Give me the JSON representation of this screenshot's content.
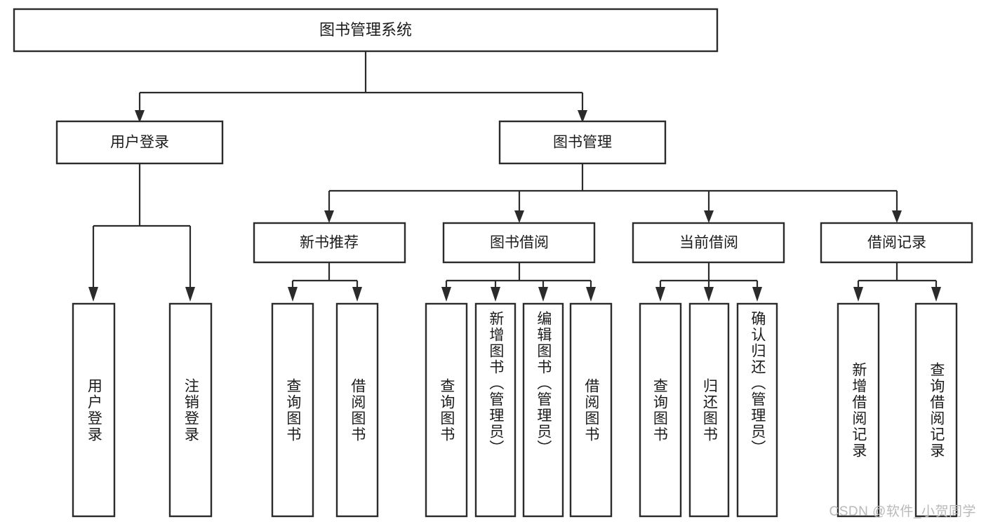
{
  "diagram": {
    "type": "tree",
    "title": "图书管理系统",
    "orientation": "top-down",
    "watermark": "CSDN @软件_小贺同学",
    "colors": {
      "box_stroke": "#2b2b2b",
      "box_fill": "#ffffff",
      "text": "#1b1b1b",
      "connector": "#2b2b2b",
      "watermark": "#b9b9b9",
      "background": "#ffffff"
    },
    "levels": {
      "root": {
        "label": "图书管理系统"
      },
      "level2": [
        {
          "label": "用户登录"
        },
        {
          "label": "图书管理"
        }
      ],
      "level3": [
        {
          "label": "新书推荐"
        },
        {
          "label": "图书借阅"
        },
        {
          "label": "当前借阅"
        },
        {
          "label": "借阅记录"
        }
      ],
      "leaves": [
        {
          "label": "用户登录",
          "parent": "用户登录"
        },
        {
          "label": "注销登录",
          "parent": "用户登录"
        },
        {
          "label": "查询图书",
          "parent": "新书推荐"
        },
        {
          "label": "借阅图书",
          "parent": "新书推荐"
        },
        {
          "label": "查询图书",
          "parent": "图书借阅"
        },
        {
          "label": "新增图书（管理员）",
          "parent": "图书借阅"
        },
        {
          "label": "编辑图书（管理员）",
          "parent": "图书借阅"
        },
        {
          "label": "借阅图书",
          "parent": "图书借阅"
        },
        {
          "label": "查询图书",
          "parent": "当前借阅"
        },
        {
          "label": "归还图书",
          "parent": "当前借阅"
        },
        {
          "label": "确认归还（管理员）",
          "parent": "当前借阅"
        },
        {
          "label": "新增借阅记录",
          "parent": "借阅记录"
        },
        {
          "label": "查询借阅记录",
          "parent": "借阅记录"
        }
      ]
    }
  }
}
